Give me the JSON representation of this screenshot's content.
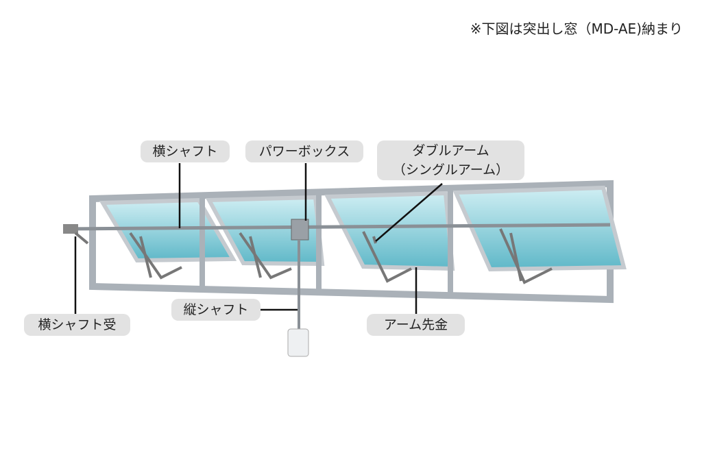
{
  "note": "※下図は突出し窓（MD-AE)納まり",
  "labels": {
    "horizontal_shaft": "横シャフト",
    "power_box": "パワーボックス",
    "double_arm": "ダブルアーム",
    "single_arm": "（シングルアーム）",
    "horizontal_shaft_bearing": "横シャフト受",
    "vertical_shaft": "縦シャフト",
    "arm_tip": "アーム先金"
  },
  "colors": {
    "label_bg": "#e2e2e2",
    "frame": "#b8bec4",
    "glass": "#7fc9d6"
  }
}
